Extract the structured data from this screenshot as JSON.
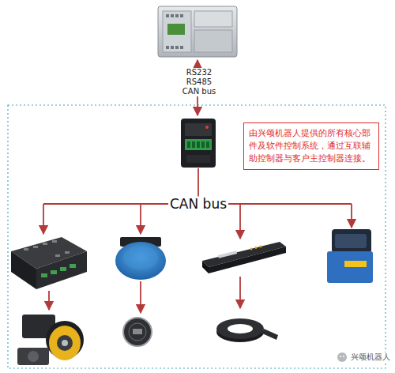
{
  "diagram": {
    "nodes": [
      {
        "text": [
          "由兴颂机器人提供的所有核心部件及软件控制系统，通过互联辅助控制器与客户主控制器连接。"
        ]
      }
    ],
    "labels": [
      "RS232",
      "RS485",
      "CAN bus",
      "CAN bus",
      "兴颂机器人"
    ]
  }
}
